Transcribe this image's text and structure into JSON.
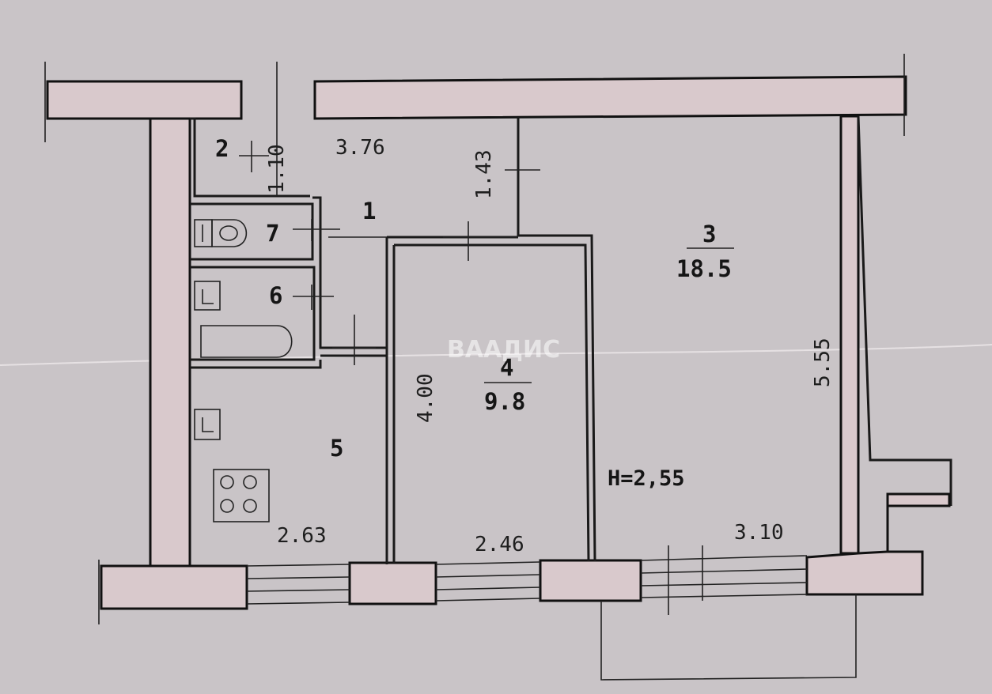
{
  "rooms": {
    "hall": {
      "number": "1"
    },
    "closet": {
      "number": "2"
    },
    "living_room": {
      "number": "3",
      "area": "18.5"
    },
    "bedroom": {
      "number": "4",
      "area": "9.8"
    },
    "kitchen": {
      "number": "5"
    },
    "bathroom": {
      "number": "6"
    },
    "toilet": {
      "number": "7"
    }
  },
  "dimensions": {
    "hall_length": "3.76",
    "closet_width": "1.10",
    "corridor_width": "1.43",
    "living_room_depth": "5.55",
    "bedroom_depth": "4.00",
    "kitchen_width": "2.63",
    "bedroom_width": "2.46",
    "living_room_width": "3.10"
  },
  "ceiling_height": "H=2,55",
  "watermark": {
    "text": "ВААДИС"
  },
  "colors": {
    "paper": "#c9c4c7",
    "wall_fill": "#d9c9cc",
    "ink": "#111111"
  }
}
